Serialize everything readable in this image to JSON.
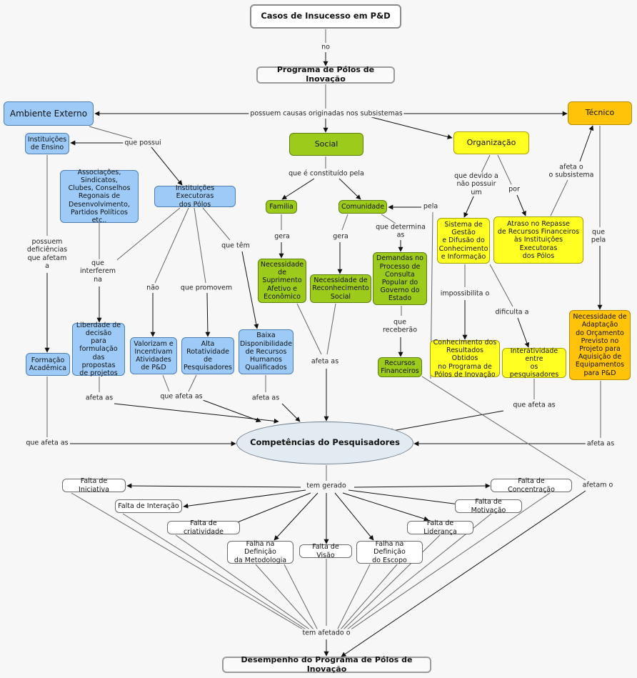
{
  "nodes": {
    "casos": "Casos de Insucesso em P&D",
    "programa": "Programa de Pólos de Inovação",
    "ambiente": "Ambiente Externo",
    "tecnico": "Técnico",
    "social": "Social",
    "organizacao": "Organização",
    "inst_ensino": "Instituições\nde Ensino",
    "associacoes": "Associações,\nSindicatos,\nClubes, Conselhos\nRegonais de\nDesenvolvimento,\nPartidos Políticos etc..",
    "inst_exec": "Instituições Executoras\ndos Pólos",
    "familia": "Familia",
    "comunidade": "Comunidade",
    "sistema": "Sistema de\nGestão\ne Difusão do\nConhecimento\ne Informação",
    "atraso": "Atraso no Repasse\nde Recursos Financeiros\nàs Instituições Executoras\ndos Pólos",
    "nec_suprimento": "Necessidade de\nSuprimento\nAfetivo  e\nEconômico",
    "nec_reconhecimento": "Necessidade de\nReconhecimento\nSocial",
    "demandas": "Demandas no\nProcesso de\nConsulta\nPopular do\nGoverno do\nEstado",
    "nec_adaptacao": "Necessidade de\nAdaptação\ndo Orçamento\nPrevisto no\nProjeto para\nAquisição de\nEquipamentos\npara P&D",
    "liberdade": "Liberdade de\ndecisão\npara\nformulação\ndas propostas\nde projetos",
    "valorizam": "Valorizam e\nIncentivam\nAtividades\nde P&D",
    "rotatividade": "Alta\nRotatividade\nde\nPesquisadores",
    "baixa": "Baixa\nDisponibilidade\nde Recursos\nHumanos\nQualificados",
    "recursos": "Recursos\nFinanceiros",
    "conhecimento": "Conhecimento dos\nResultados Obtidos\nno Programa de\nPólos de Inovação",
    "interatividade": "Interatividade\nentre\nos pesquisadores",
    "formacao": "Formação\nAcadêmica",
    "competencias": "Competências do Pesquisadores",
    "iniciativa": "Falta de Iniciativa",
    "interacao": "Falta de Interação",
    "criatividade": "Falta de criatividade",
    "metodologia": "Falha na Definição\nda Metodologia",
    "visao": "Falta de Visão",
    "escopo": "Falha na Definição\ndo Escopo",
    "lideranca": "Falta de Liderança",
    "motivacao": "Falta de Motivação",
    "concentracao": "Falta de Concentração",
    "desempenho": "Desempenho do Programa de Pólos de Inovação"
  },
  "labels": {
    "no": "no",
    "possuem": "possuem causas originadas nos subsistemas",
    "que_possui": "que possui",
    "que_e": "que é constituído pela",
    "que_devido": "que devido a\nnão possuir\num",
    "por": "por",
    "afeta_subsistema": "afeta o\no subsistema",
    "pela": "pela",
    "gera1": "gera",
    "gera2": "gera",
    "que_determina": "que determina\nas",
    "que_pela": "que\npela",
    "possuem_def": "possuem\ndeficiências\nque afetam\na",
    "que_interferem": "que\ninterferem\nna",
    "que_tem": "que têm",
    "nao": "não",
    "que_promovem": "que promovem",
    "impossibilita": "impossibilita o",
    "dificulta": "dificulta a",
    "que_receberao": "que\nreceberão",
    "afeta_as1": "afeta as",
    "afeta_as2": "afeta as",
    "que_afeta_as1": "que afeta as",
    "afeta_as3": "afeta as",
    "que_afeta_as2": "que afeta as",
    "que_afeta_as3": "que afeta as",
    "afeta_as4": "afeta as",
    "afetam_o": "afetam o",
    "tem_gerado": "tem gerado",
    "tem_afetado": "tem afetado o"
  }
}
